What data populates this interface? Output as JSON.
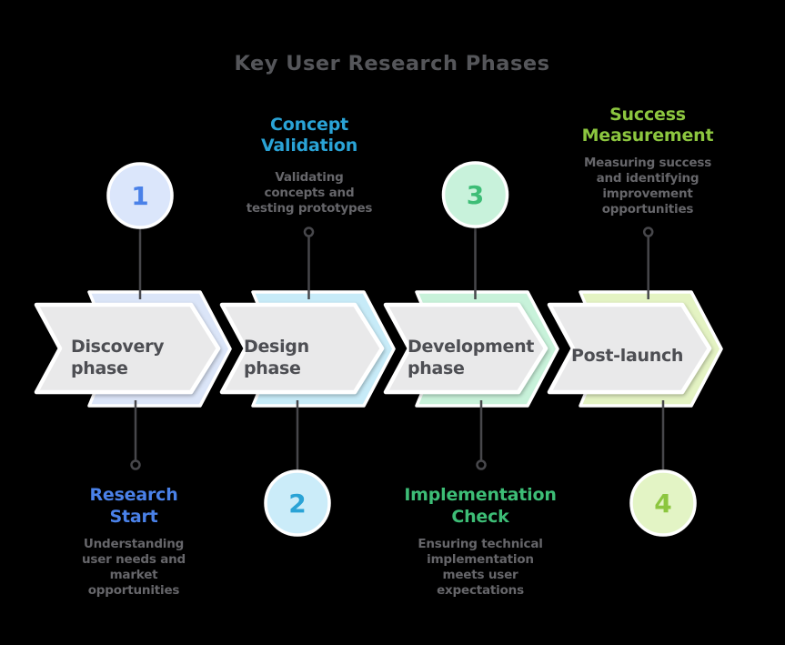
{
  "title": "Key User Research Phases",
  "colors": {
    "background": "#000000",
    "arrow_fill": "#e9e9ea",
    "arrow_border": "#ffffff",
    "arrow_text": "#4d4e53",
    "title_text": "#55565a",
    "description_text": "#66666a",
    "connector": "#47474b"
  },
  "phases": [
    {
      "number": "1",
      "arrow_label": "Discovery phase",
      "arrow_label_lines": [
        "Discovery",
        "phase"
      ],
      "chevron_color": "#dbe5f8",
      "circle_fill": "#dbe6fb",
      "accent": "#4a81e8",
      "number_position": "above",
      "callout": {
        "position": "below",
        "title": "Research Start",
        "title_lines": [
          "Research",
          "Start"
        ],
        "description": "Understanding user needs and market opportunities",
        "description_lines": [
          "Understanding",
          "user needs and",
          "market",
          "opportunities"
        ]
      }
    },
    {
      "number": "2",
      "arrow_label": "Design phase",
      "arrow_label_lines": [
        "Design",
        "phase"
      ],
      "chevron_color": "#c7ebf8",
      "circle_fill": "#cbecf9",
      "accent": "#2aa3d6",
      "number_position": "below",
      "callout": {
        "position": "above",
        "title": "Concept Validation",
        "title_lines": [
          "Concept",
          "Validation"
        ],
        "description": "Validating concepts and testing prototypes",
        "description_lines": [
          "Validating",
          "concepts and",
          "testing prototypes"
        ]
      }
    },
    {
      "number": "3",
      "arrow_label": "Development phase",
      "arrow_label_lines": [
        "Development",
        "phase"
      ],
      "chevron_color": "#c8f2da",
      "circle_fill": "#c8f2db",
      "accent": "#3dbd76",
      "number_position": "above",
      "callout": {
        "position": "below",
        "title": "Implementation Check",
        "title_lines": [
          "Implementation",
          "Check"
        ],
        "description": "Ensuring technical implementation meets user expectations",
        "description_lines": [
          "Ensuring technical",
          "implementation",
          "meets user",
          "expectations"
        ]
      }
    },
    {
      "number": "4",
      "arrow_label": "Post-launch",
      "arrow_label_lines": [
        "Post-launch"
      ],
      "chevron_color": "#e4f3c3",
      "circle_fill": "#e3f4c5",
      "accent": "#8cc63f",
      "number_position": "below",
      "callout": {
        "position": "above",
        "title": "Success Measurement",
        "title_lines": [
          "Success",
          "Measurement"
        ],
        "description": "Measuring success and identifying improvement opportunities",
        "description_lines": [
          "Measuring success",
          "and identifying",
          "improvement",
          "opportunities"
        ]
      }
    }
  ]
}
